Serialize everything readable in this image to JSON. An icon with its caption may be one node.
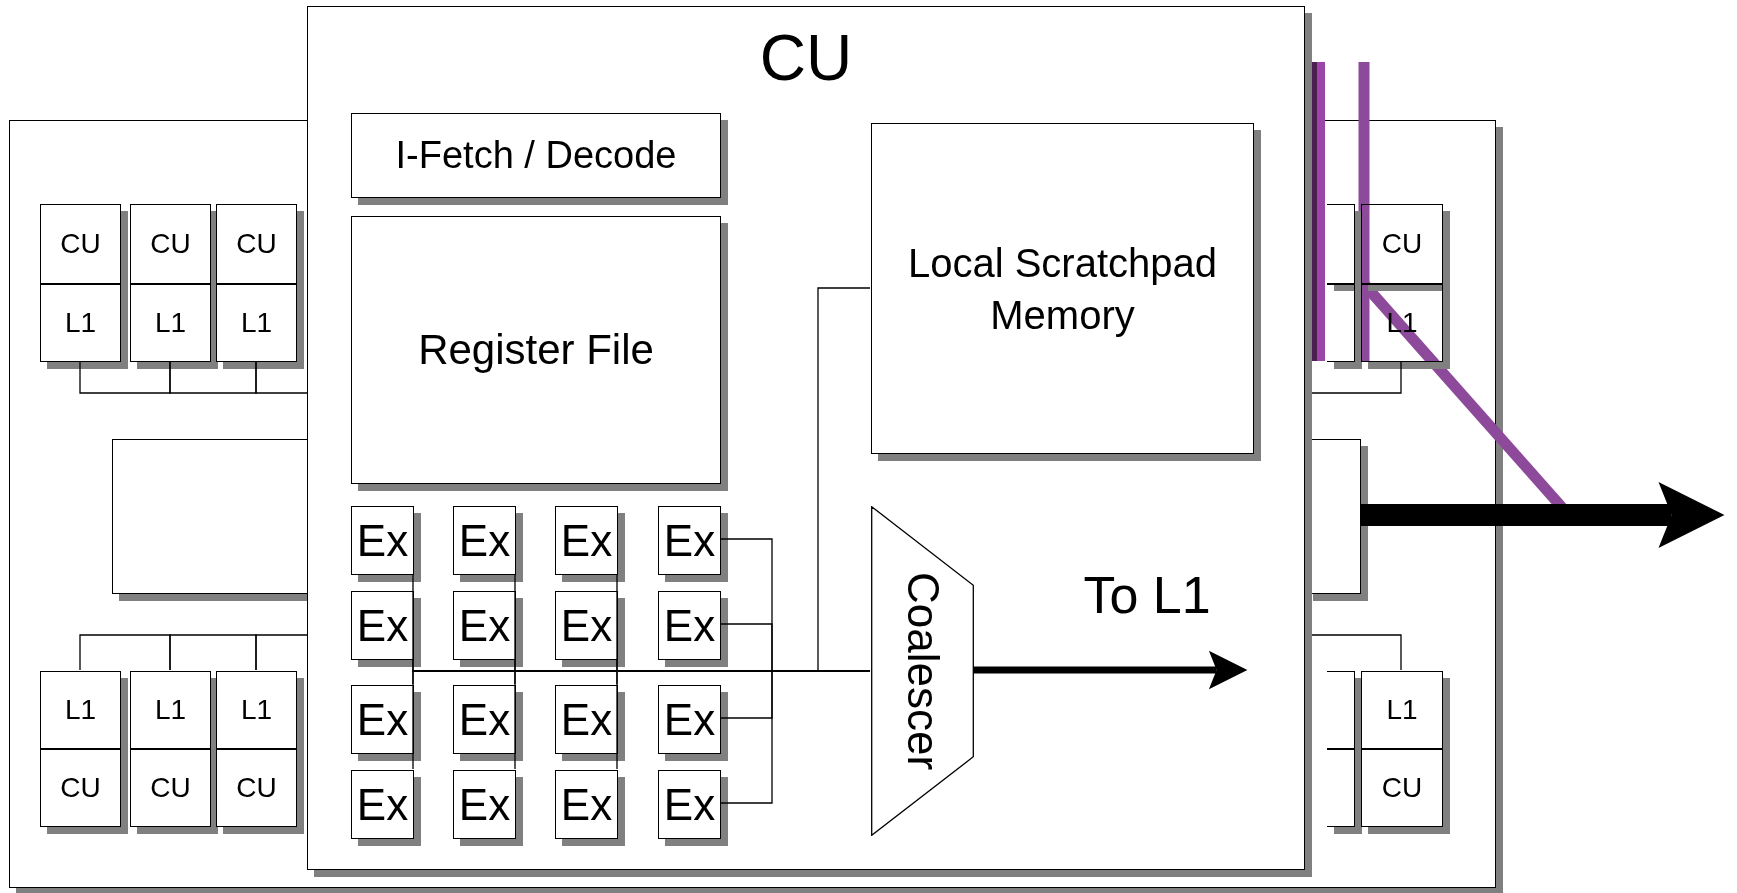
{
  "diagram": {
    "nodes": [
      {
        "text": [],
        "shape": "box"
      },
      {
        "text": [
          "CU"
        ],
        "in": 0
      },
      {
        "text": [
          "L1"
        ],
        "in": 0
      },
      {
        "text": [
          "CU"
        ],
        "in": 0
      },
      {
        "text": [
          "L1"
        ],
        "in": 0
      },
      {
        "text": [
          "CU"
        ],
        "in": 0
      },
      {
        "text": [
          "L1"
        ],
        "in": 0
      },
      {
        "text": [],
        "shape": "box",
        "in": 0
      },
      {
        "text": [],
        "shape": "box",
        "in": 0
      },
      {
        "text": [
          "CU"
        ],
        "in": 0
      },
      {
        "text": [
          "L1"
        ],
        "in": 0
      },
      {
        "text": [],
        "shape": "box",
        "in": 0
      },
      {
        "text": [
          "L1"
        ],
        "in": 0
      },
      {
        "text": [
          "CU"
        ],
        "in": 0
      },
      {
        "text": [
          "L1"
        ],
        "in": 0
      },
      {
        "text": [
          "CU"
        ],
        "in": 0
      },
      {
        "text": [
          "L1"
        ],
        "in": 0
      },
      {
        "text": [
          "CU"
        ],
        "in": 0
      },
      {
        "text": [],
        "shape": "box",
        "in": 0
      },
      {
        "text": [],
        "shape": "box",
        "in": 0
      },
      {
        "text": [
          "L1"
        ],
        "in": 0
      },
      {
        "text": [
          "CU"
        ],
        "in": 0
      },
      {
        "text": [
          "CU"
        ]
      },
      {
        "text": [
          "I-Fetch / Decode"
        ],
        "in": 22
      },
      {
        "text": [
          "Register File"
        ],
        "in": 22
      },
      {
        "text": [
          "Local Scratchpad Memory"
        ],
        "in": 22
      },
      {
        "text": [
          "Ex"
        ],
        "in": 22
      },
      {
        "text": [
          "Ex"
        ],
        "in": 22
      },
      {
        "text": [
          "Ex"
        ],
        "in": 22
      },
      {
        "text": [
          "Ex"
        ],
        "in": 22
      },
      {
        "text": [
          "Ex"
        ],
        "in": 22
      },
      {
        "text": [
          "Ex"
        ],
        "in": 22
      },
      {
        "text": [
          "Ex"
        ],
        "in": 22
      },
      {
        "text": [
          "Ex"
        ],
        "in": 22
      },
      {
        "text": [
          "Ex"
        ],
        "in": 22
      },
      {
        "text": [
          "Ex"
        ],
        "in": 22
      },
      {
        "text": [
          "Ex"
        ],
        "in": 22
      },
      {
        "text": [
          "Ex"
        ],
        "in": 22
      },
      {
        "text": [
          "Ex"
        ],
        "in": 22
      },
      {
        "text": [
          "Ex"
        ],
        "in": 22
      },
      {
        "text": [
          "Ex"
        ],
        "in": 22
      },
      {
        "text": [
          "Ex"
        ],
        "in": 22
      },
      {
        "text": [
          "Coalescer"
        ],
        "in": 22
      }
    ],
    "edges": [
      {
        "from": 2,
        "to": 4,
        "arrow": "none"
      },
      {
        "from": 4,
        "to": 6,
        "arrow": "none"
      },
      {
        "from": 6,
        "to": 22,
        "arrow": "none"
      },
      {
        "from": 10,
        "to": 22,
        "arrow": "none"
      },
      {
        "from": 12,
        "to": 14,
        "arrow": "none"
      },
      {
        "from": 14,
        "to": 16,
        "arrow": "none"
      },
      {
        "from": 16,
        "to": 22,
        "arrow": "none"
      },
      {
        "from": 20,
        "to": 22,
        "arrow": "none"
      },
      {
        "from": 11,
        "to": null,
        "arrow": "to",
        "style": "thick"
      },
      {
        "from": 26,
        "to": 42,
        "arrow": "none"
      },
      {
        "from": 27,
        "to": 42,
        "arrow": "none"
      },
      {
        "from": 28,
        "to": 42,
        "arrow": "none"
      },
      {
        "from": 29,
        "to": 42,
        "arrow": "none"
      },
      {
        "from": 30,
        "to": 42,
        "arrow": "none"
      },
      {
        "from": 31,
        "to": 42,
        "arrow": "none"
      },
      {
        "from": 32,
        "to": 42,
        "arrow": "none"
      },
      {
        "from": 33,
        "to": 42,
        "arrow": "none"
      },
      {
        "from": 34,
        "to": 42,
        "arrow": "none"
      },
      {
        "from": 35,
        "to": 42,
        "arrow": "none"
      },
      {
        "from": 36,
        "to": 42,
        "arrow": "none"
      },
      {
        "from": 37,
        "to": 42,
        "arrow": "none"
      },
      {
        "from": 38,
        "to": 42,
        "arrow": "none"
      },
      {
        "from": 39,
        "to": 42,
        "arrow": "none"
      },
      {
        "from": 40,
        "to": 42,
        "arrow": "none"
      },
      {
        "from": 41,
        "to": 42,
        "arrow": "none"
      },
      {
        "from": 25,
        "to": 42,
        "arrow": "none"
      },
      {
        "from": 42,
        "to": null,
        "arrow": "to",
        "style": "thick",
        "label": "To L1"
      }
    ]
  }
}
